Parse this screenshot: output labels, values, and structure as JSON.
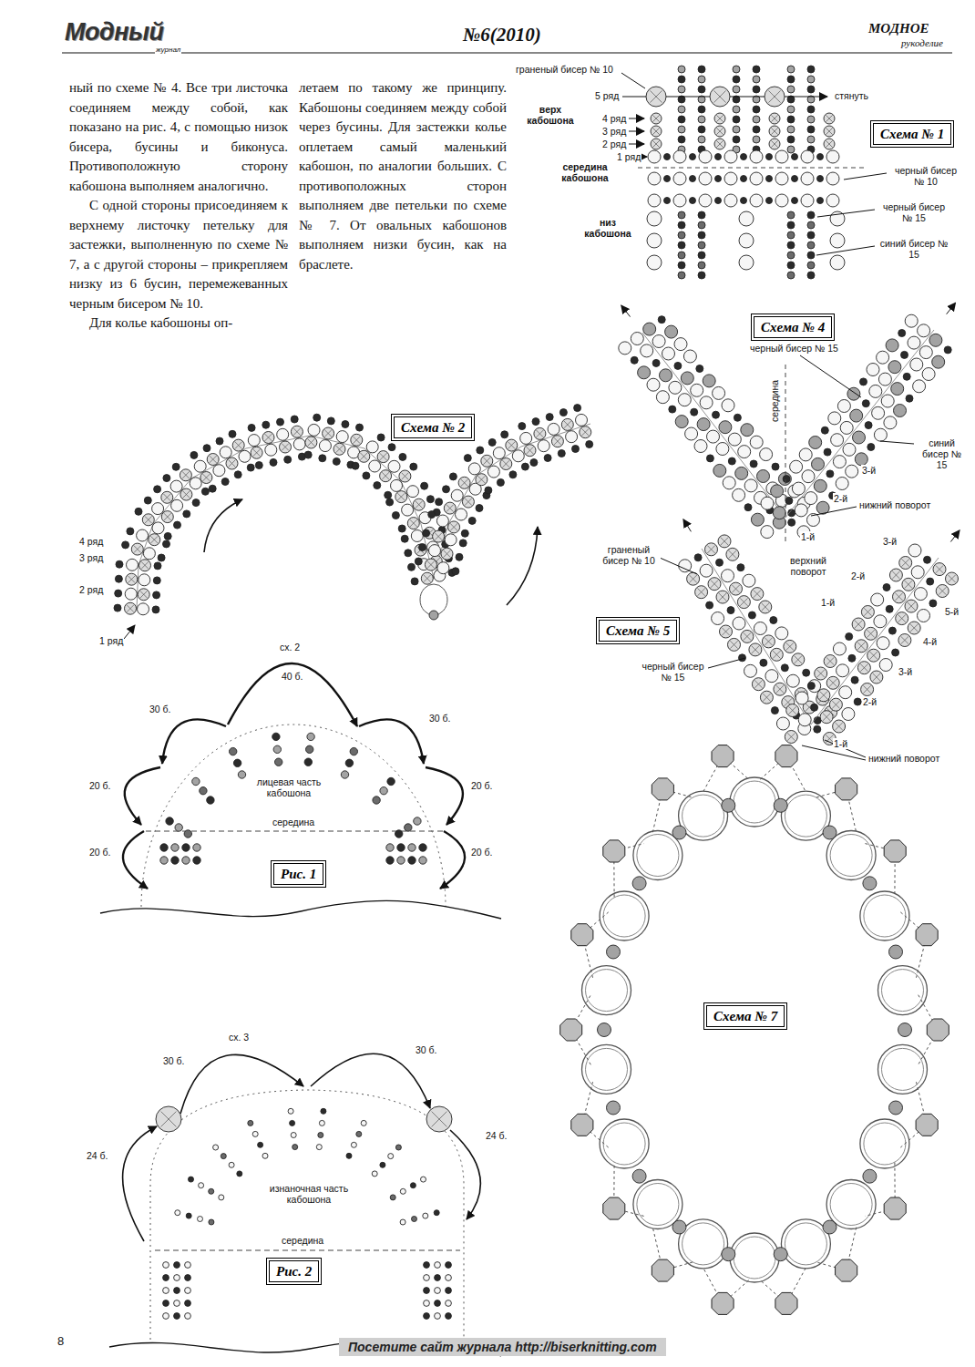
{
  "diagram": {
    "nodes": [
      {
        "text": [
          "Схема № 1"
        ]
      },
      {
        "text": [
          "Схема № 4"
        ]
      },
      {
        "text": [
          "Схема № 2"
        ]
      },
      {
        "text": [
          "Схема № 5"
        ]
      },
      {
        "text": [
          "Рис. 1"
        ]
      },
      {
        "text": [
          "Схема № 7"
        ]
      },
      {
        "text": [
          "Рис. 2"
        ]
      }
    ],
    "labels": [
      "Модный",
      "журнал",
      "№6(2010)",
      "МОДНОЕ",
      "рукоделие",
      "ный по схеме № 4. Все три листочка соединяем между собой, как показано на рис. 4, с помощью низок бисера, бусины и биконуса. Противоположную сторону кабошона выполняем аналогично.",
      "С одной стороны присоединяем к верхнему листочку петельку для застежки, выполненную по схеме № 7, а с другой стороны – прикрепляем низку из 6 бусин, перемежеванных черным бисером № 10.",
      "Для колье кабошоны оп-",
      "летаем по такому же принципу. Кабошоны соединяем между собой через бусины. Для застежки колье оплетаем самый маленький кабошон, по аналогии больших. С противоположных сторон выполняем две петельки по схеме № 7. От овальных кабошонов выполняем низки бусин, как на браслете.",
      "граненый бисер № 10",
      "5 ряд",
      "стянуть",
      "верх кабошона",
      "4 ряд",
      "3 ряд",
      "2 ряд",
      "1 ряд",
      "середина кабошона",
      "черный бисер № 10",
      "черный бисер № 15",
      "синий бисер № 15",
      "низ кабошона",
      "черный бисер № 15",
      "середина",
      "синий бисер № 15",
      "3-й",
      "2-й",
      "нижний поворот",
      "1-й",
      "4 ряд",
      "3 ряд",
      "2 ряд",
      "1 ряд",
      "граненый бисер № 10",
      "верхний поворот",
      "3-й",
      "2-й",
      "1-й",
      "5-й",
      "4-й",
      "3-й",
      "2-й",
      "1-й",
      "черный бисер № 15",
      "нижний поворот",
      "сх. 2",
      "40 б.",
      "30 б.",
      "30 б.",
      "20 б.",
      "20 б.",
      "20 б.",
      "20 б.",
      "лицевая часть кабошона",
      "середина",
      "сх. 3",
      "30 б.",
      "30 б.",
      "24 б.",
      "24 б.",
      "изнаночная часть кабошона",
      "середина",
      "8",
      "Посетите сайт журнала http://biserknitting.com"
    ]
  }
}
